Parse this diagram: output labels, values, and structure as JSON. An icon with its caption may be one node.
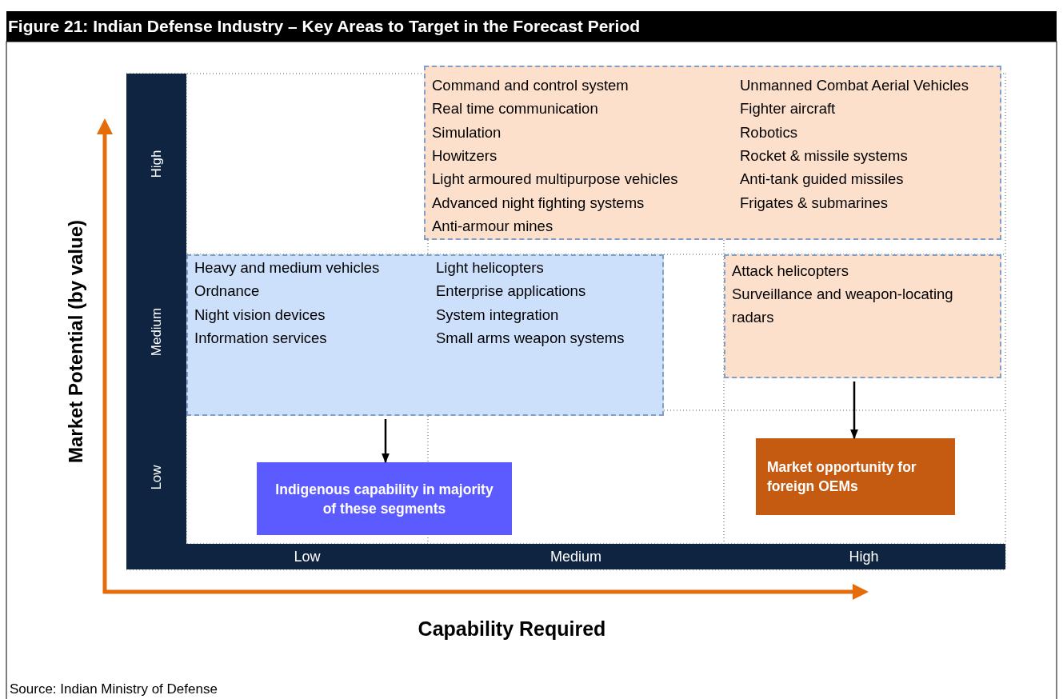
{
  "diagram": {
    "title": "Figure 21: Indian Defense Industry – Key Areas to Target in the Forecast Period",
    "nodes": [
      {
        "text": [
          "Command and control system",
          "Real time communication",
          "Simulation",
          "Howitzers",
          "Light armoured multipurpose vehicles",
          "Advanced night fighting systems",
          "Anti-armour mines",
          "Unmanned Combat Aerial Vehicles",
          "Fighter aircraft",
          "Robotics",
          "Rocket & missile systems",
          "Anti-tank guided missiles",
          "Frigates & submarines"
        ]
      },
      {
        "text": [
          "Attack helicopters",
          "Surveillance and weapon-locating radars"
        ]
      },
      {
        "text": [
          "Heavy and medium vehicles",
          "Ordnance",
          "Night vision devices",
          "Information  services",
          "Light helicopters",
          "Enterprise applications",
          "System integration",
          "Small arms weapon systems"
        ]
      },
      {
        "text": [
          "Indigenous capability in majority of these segments"
        ]
      },
      {
        "text": [
          "Market opportunity for foreign OEMs"
        ]
      }
    ],
    "edges": [
      {
        "from": 2,
        "to": 3,
        "arrow": "to"
      },
      {
        "from": 1,
        "to": 4,
        "arrow": "to"
      }
    ],
    "labels": [
      "High",
      "Medium",
      "Low",
      "Low",
      "Medium",
      "High",
      "Market Potential (by value)",
      "Capability Required",
      "Source: Indian Ministry of Defense"
    ]
  }
}
